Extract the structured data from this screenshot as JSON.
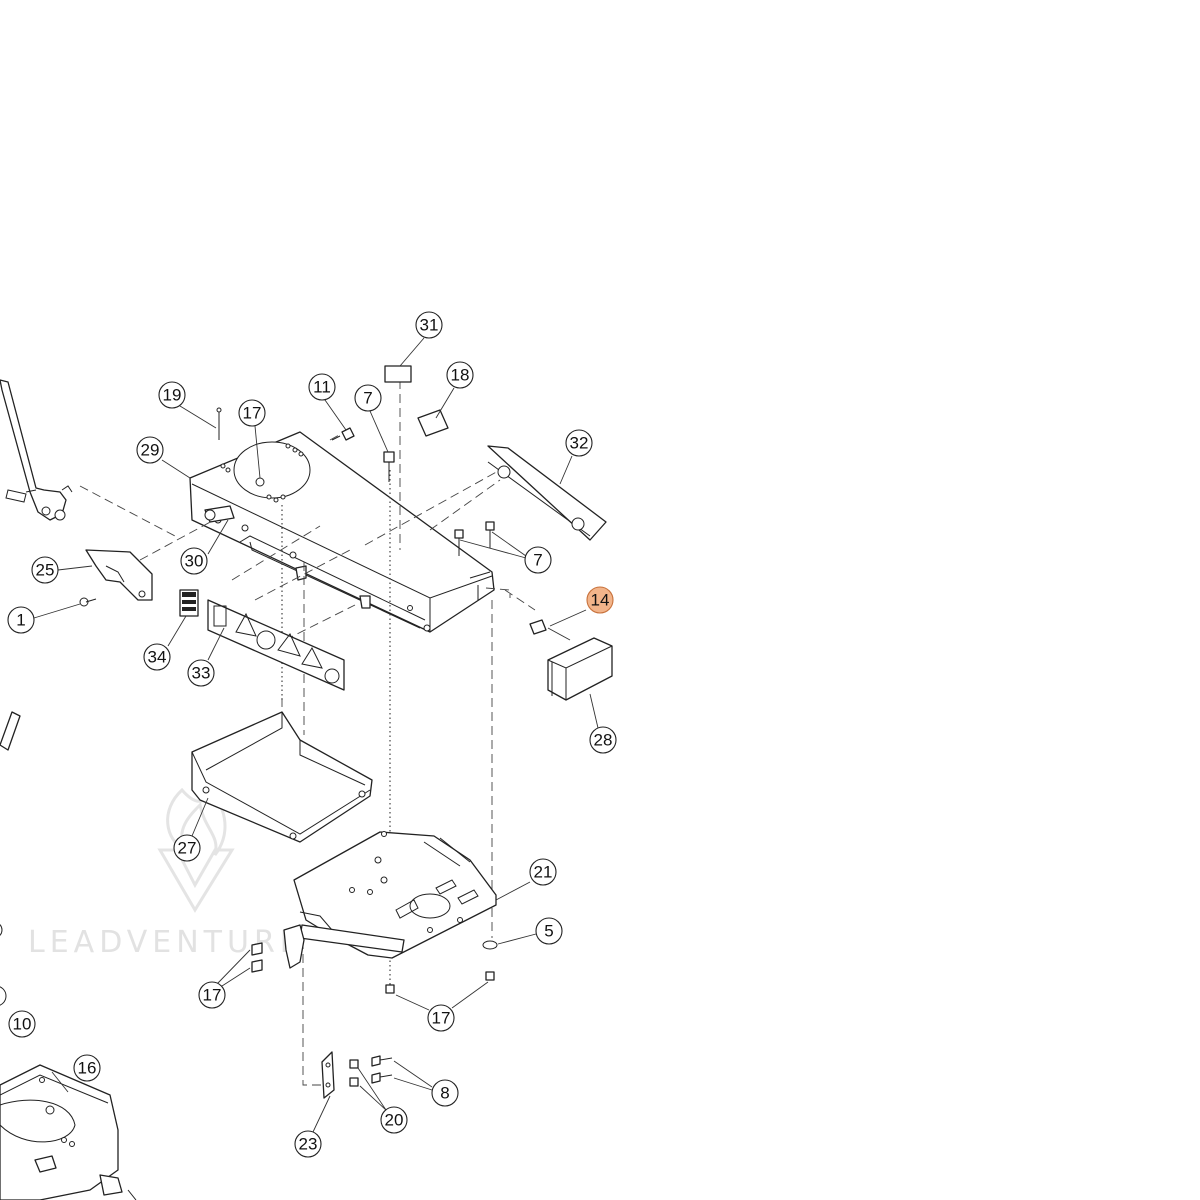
{
  "watermark": {
    "text": "LEADVENTURE"
  },
  "callouts": [
    {
      "id": "c31",
      "label": "31"
    },
    {
      "id": "c18",
      "label": "18"
    },
    {
      "id": "c11",
      "label": "11"
    },
    {
      "id": "c7a",
      "label": "7"
    },
    {
      "id": "c19",
      "label": "19"
    },
    {
      "id": "c17a",
      "label": "17"
    },
    {
      "id": "c29",
      "label": "29"
    },
    {
      "id": "c32",
      "label": "32"
    },
    {
      "id": "c7b",
      "label": "7"
    },
    {
      "id": "c30",
      "label": "30"
    },
    {
      "id": "c25",
      "label": "25"
    },
    {
      "id": "c1",
      "label": "1"
    },
    {
      "id": "c14",
      "label": "14",
      "highlight": true
    },
    {
      "id": "c34",
      "label": "34"
    },
    {
      "id": "c33",
      "label": "33"
    },
    {
      "id": "c28",
      "label": "28"
    },
    {
      "id": "c27",
      "label": "27"
    },
    {
      "id": "c21",
      "label": "21"
    },
    {
      "id": "c5",
      "label": "5"
    },
    {
      "id": "c17b",
      "label": "17"
    },
    {
      "id": "c17c",
      "label": "17"
    },
    {
      "id": "c10",
      "label": "10"
    },
    {
      "id": "c16",
      "label": "16"
    },
    {
      "id": "c8",
      "label": "8"
    },
    {
      "id": "c20",
      "label": "20"
    },
    {
      "id": "c23",
      "label": "23"
    }
  ],
  "colors": {
    "highlight_fill": "#f2b48a",
    "highlight_stroke": "#c8723c",
    "line": "#222222"
  }
}
